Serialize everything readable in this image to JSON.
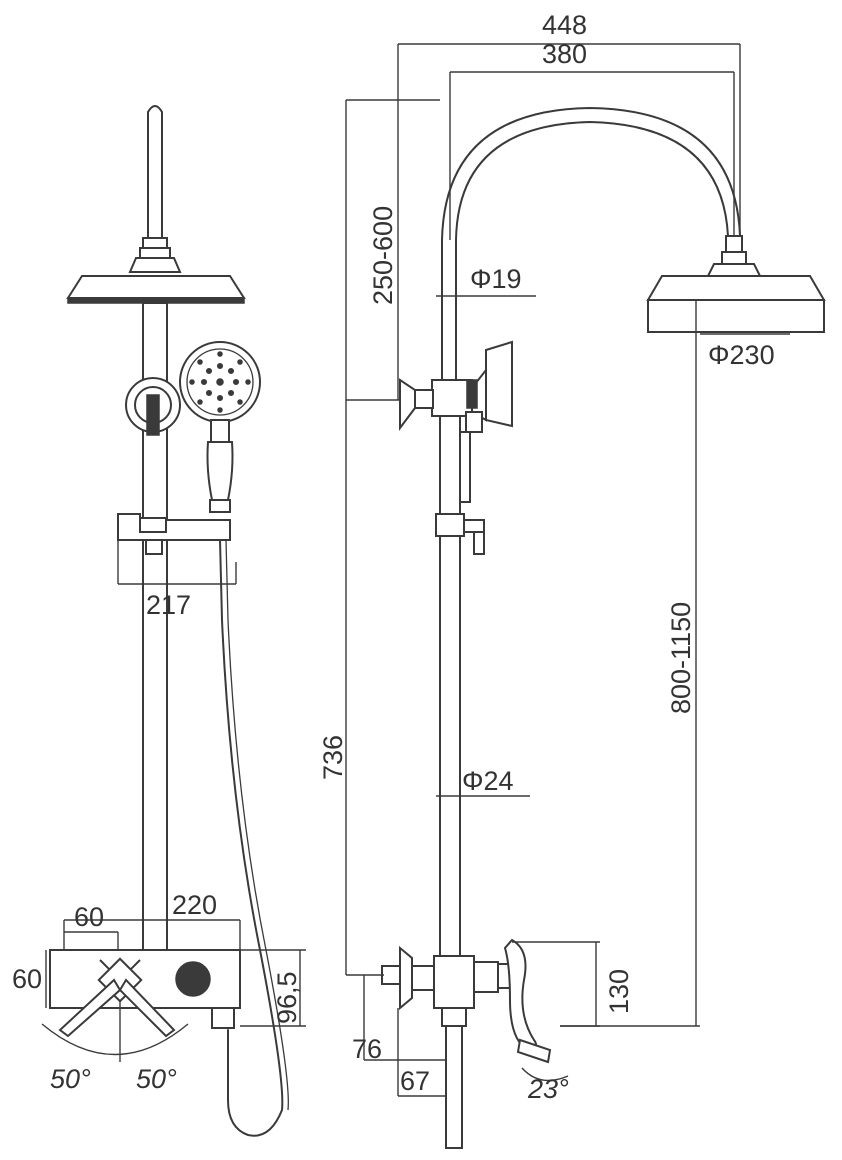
{
  "dimensions": {
    "width_448": "448",
    "width_380": "380",
    "arm_range": "250-600",
    "arm_dia": "Φ19",
    "head_dia": "Φ230",
    "rod_range": "800-1150",
    "height_736": "736",
    "pipe_dia": "Φ24",
    "shelf_217": "217",
    "body_60": "60",
    "body_220": "220",
    "body_h60": "60",
    "body_96_5": "96,5",
    "angle_left": "50°",
    "angle_right": "50°",
    "spout_130": "130",
    "inlet_76": "76",
    "inlet_67": "67",
    "spout_angle": "23°"
  }
}
